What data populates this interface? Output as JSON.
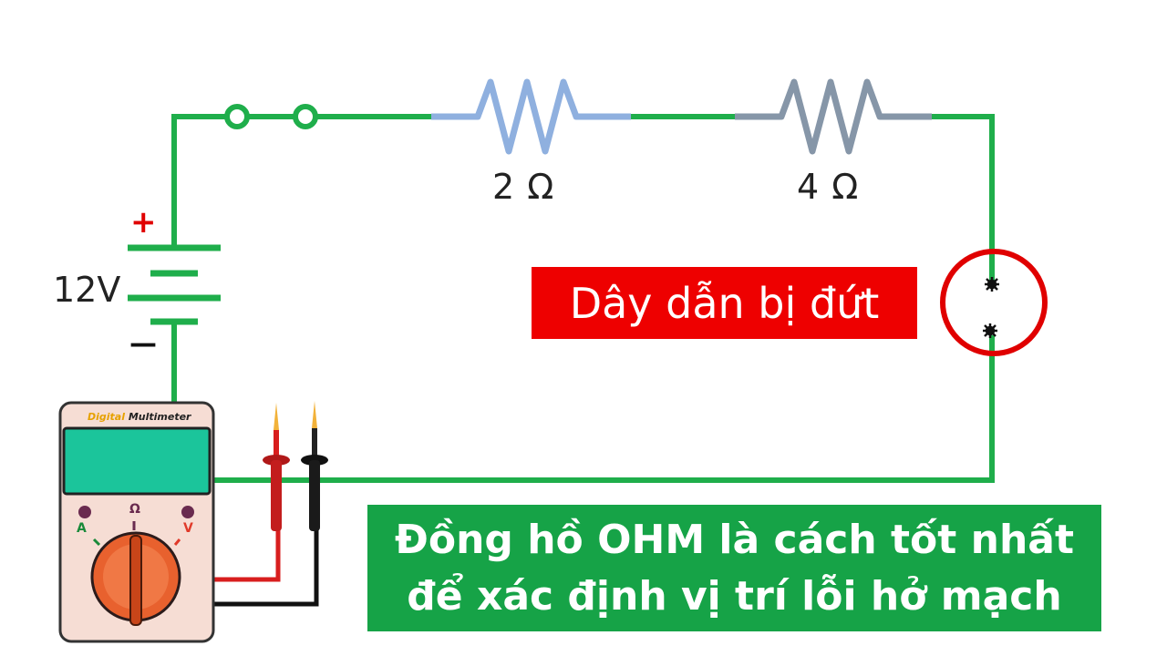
{
  "circuit": {
    "battery": {
      "voltage_label": "12V",
      "plus_sign": "+",
      "minus_sign": "—"
    },
    "resistors": [
      {
        "label": "2 Ω",
        "color": "#8fb0df"
      },
      {
        "label": "4 Ω",
        "color": "#8696a8"
      }
    ],
    "wire_color": "#1fae4b",
    "switch": {
      "state": "open"
    },
    "fault_marker_color": "#e00000"
  },
  "callouts": {
    "broken_wire": "Dây dẫn bị đứt",
    "tip_line1": "Đồng hồ OHM là cách tốt nhất",
    "tip_line2": "để xác định vị trí lỗi hở mạch"
  },
  "multimeter": {
    "title_accent": "Digital",
    "title_rest": " Multimeter",
    "dial_modes": {
      "left": "A",
      "center": "Ω",
      "right": "V"
    },
    "probes": {
      "positive_color": "#d81e1e",
      "negative_color": "#111111"
    }
  }
}
